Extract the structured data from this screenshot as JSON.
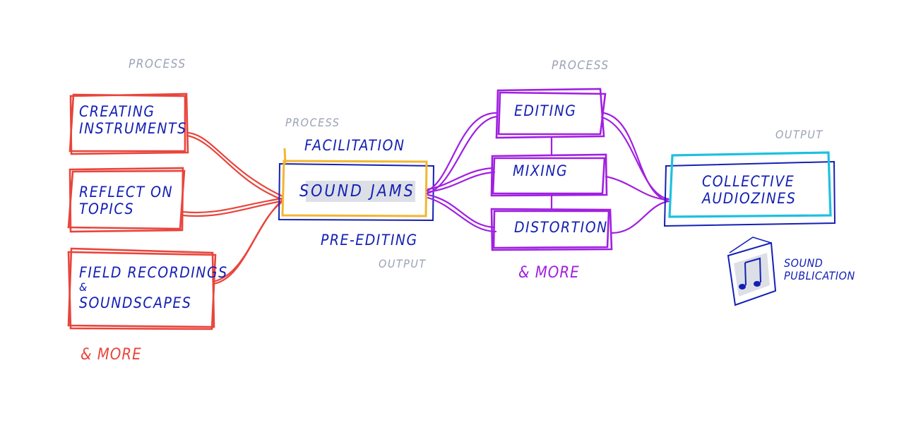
{
  "labels": {
    "process_left": "PROCESS",
    "process_mid": "PROCESS",
    "process_right": "PROCESS",
    "output_mid": "OUTPUT",
    "output_right": "OUTPUT"
  },
  "inputs": {
    "creating_line1": "CREATING",
    "creating_line2": "INSTRUMENTS",
    "reflect_line1": "REFLECT ON",
    "reflect_line2": "TOPICS",
    "field_line1": "FIELD RECORDINGS",
    "field_line2": "&",
    "field_line3": "SOUNDSCAPES",
    "more": "& MORE"
  },
  "center": {
    "facilitation": "FACILITATION",
    "sound_jams": "SOUND JAMS",
    "pre_editing": "PRE-EDITING"
  },
  "editing_stage": {
    "editing": "EDITING",
    "mixing": "MIXING",
    "distortion": "DISTORTION",
    "more": "& MORE"
  },
  "result": {
    "line1": "COLLECTIVE",
    "line2": "AUDIOZINES",
    "publication_line1": "SOUND",
    "publication_line2": "PUBLICATION"
  },
  "icons": {
    "publication": "music-note-booklet-icon"
  },
  "colors": {
    "red": "#e8453c",
    "yellow": "#f2b630",
    "blue": "#1420b4",
    "purple": "#a020e0",
    "cyan": "#1ec0e0",
    "gray": "#9aa2b4"
  }
}
